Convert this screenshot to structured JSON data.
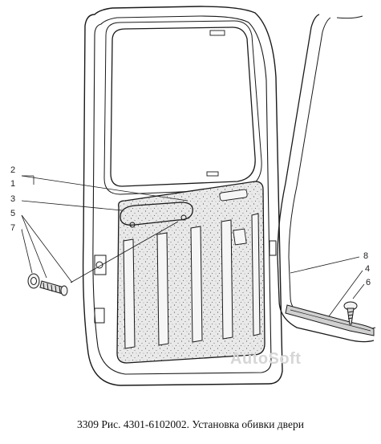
{
  "caption": "3309 Рис. 4301-6102002. Установка обивки двери",
  "watermark": "AutoSoft",
  "callouts": {
    "c1": "1",
    "c2": "2",
    "c3": "3",
    "c4": "4",
    "c5": "5",
    "c6": "6",
    "c7": "7",
    "c8": "8"
  },
  "colors": {
    "line": "#1a1a1a",
    "panel_fill": "#e8e8e8",
    "speckle": "#555555"
  }
}
